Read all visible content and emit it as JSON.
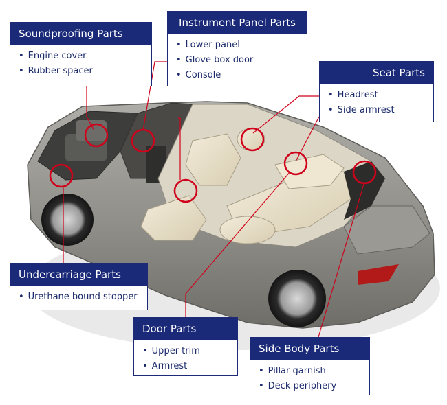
{
  "callouts": {
    "soundproofing": {
      "title": "Soundproofing Parts",
      "items": [
        "Engine cover",
        "Rubber spacer"
      ]
    },
    "instrument_panel": {
      "title": "Instrument Panel Parts",
      "items": [
        "Lower panel",
        "Glove box door",
        "Console"
      ]
    },
    "seat": {
      "title": "Seat Parts",
      "items": [
        "Headrest",
        "Side armrest"
      ]
    },
    "undercarriage": {
      "title": "Undercarriage Parts",
      "items": [
        "Urethane bound stopper"
      ]
    },
    "door": {
      "title": "Door Parts",
      "items": [
        "Upper trim",
        "Armrest"
      ]
    },
    "side_body": {
      "title": "Side Body Parts",
      "items": [
        "Pillar garnish",
        "Deck periphery"
      ]
    }
  },
  "colors": {
    "header_bg": "#1a2a78",
    "header_text": "#ffffff",
    "item_text": "#1b2a6b",
    "leader_line": "#d0021b",
    "car_body": "#8e8d87",
    "interior": "#e8e0cc"
  }
}
